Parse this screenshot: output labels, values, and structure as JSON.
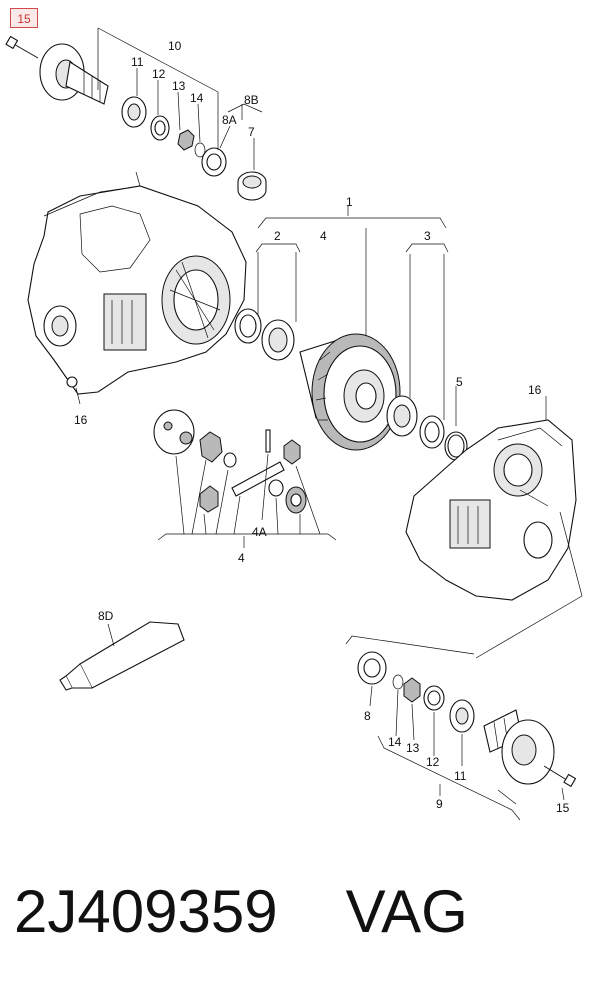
{
  "highlighted_callout": "15",
  "callouts": {
    "c10": "10",
    "c11_top": "11",
    "c12_top": "12",
    "c13_top": "13",
    "c14_top": "14",
    "c8b": "8B",
    "c8a": "8A",
    "c7": "7",
    "c15_top": "15",
    "c1": "1",
    "c2": "2",
    "c4_top": "4",
    "c3": "3",
    "c5": "5",
    "c16_left": "16",
    "c16_right": "16",
    "c4a": "4A",
    "c4_bottom": "4",
    "c8d": "8D",
    "c8": "8",
    "c14_bot": "14",
    "c13_bot": "13",
    "c12_bot": "12",
    "c11_bot": "11",
    "c9": "9",
    "c15_bot": "15"
  },
  "footer": {
    "part_number": "2J409359",
    "brand": "VAG"
  }
}
